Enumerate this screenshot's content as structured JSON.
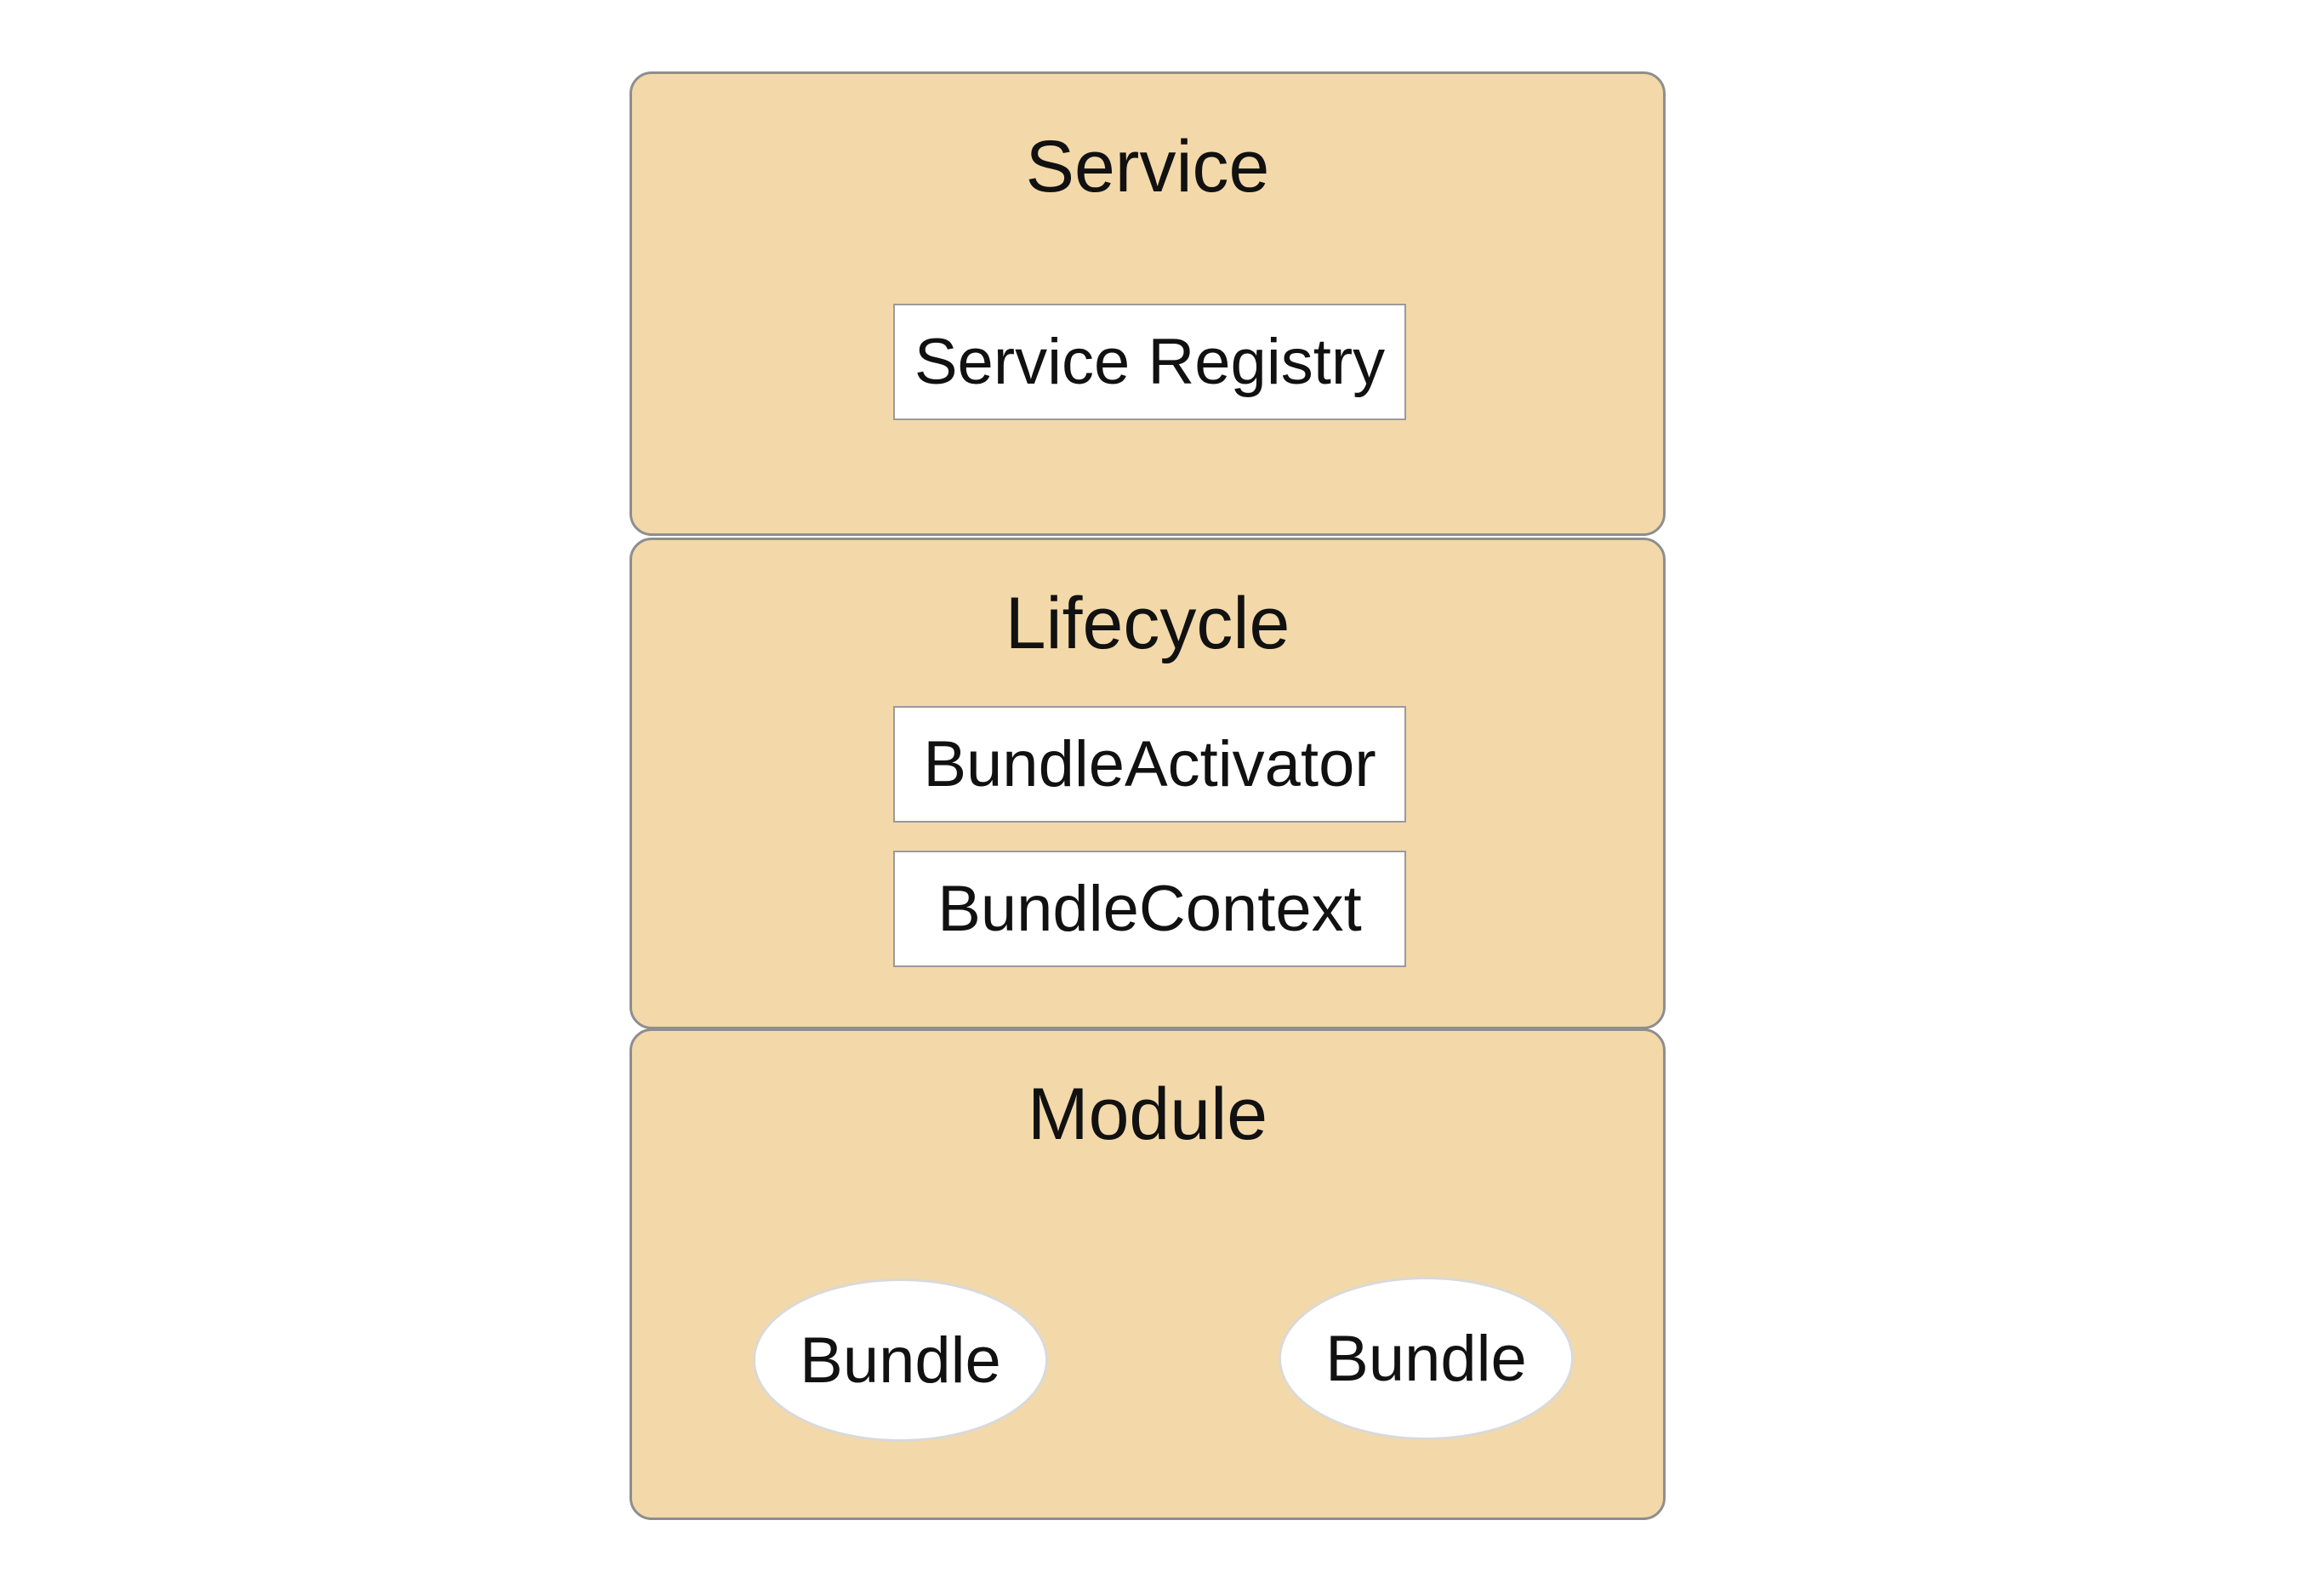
{
  "layers": {
    "service": {
      "title": "Service",
      "components": [
        "Service Registry"
      ]
    },
    "lifecycle": {
      "title": "Lifecycle",
      "components": [
        "BundleActivator",
        "BundleContext"
      ]
    },
    "module": {
      "title": "Module",
      "bundles": [
        "Bundle",
        "Bundle"
      ]
    }
  },
  "colors": {
    "layer_fill": "#f3d9a9",
    "layer_border": "#8e8e8e",
    "box_fill": "#ffffff",
    "box_border": "#9a9a9a"
  }
}
